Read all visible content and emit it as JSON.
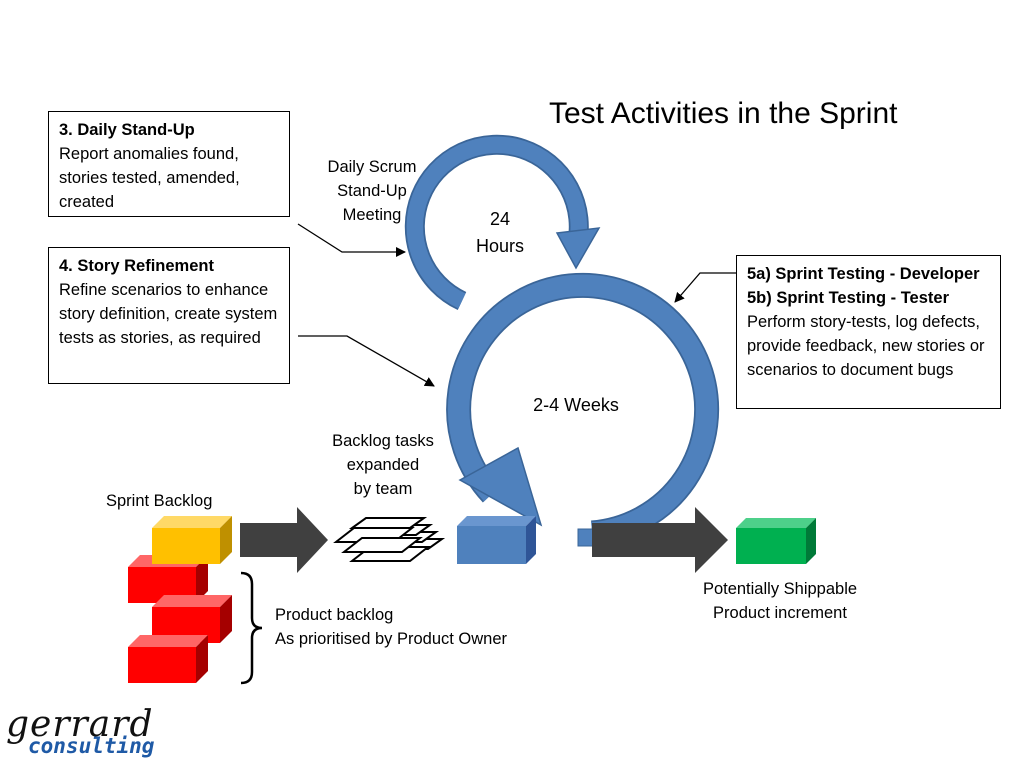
{
  "title": "Test Activities in the Sprint",
  "boxes": {
    "daily_standup": {
      "heading": "3. Daily Stand-Up",
      "body": "Report anomalies found, stories tested, amended, created"
    },
    "story_refinement": {
      "heading": "4. Story Refinement",
      "body": "Refine scenarios to enhance story definition, create system tests as stories, as required"
    },
    "sprint_testing": {
      "heading_a": "5a) Sprint Testing - Developer",
      "heading_b": "5b) Sprint Testing - Tester",
      "body": "Perform story-tests, log defects, provide feedback, new stories or scenarios to document bugs"
    }
  },
  "labels": {
    "daily_scrum_1": "Daily Scrum",
    "daily_scrum_2": "Stand-Up",
    "daily_scrum_3": "Meeting",
    "cycle_24_1": "24",
    "cycle_24_2": "Hours",
    "cycle_weeks": "2-4 Weeks",
    "backlog_tasks_1": "Backlog tasks",
    "backlog_tasks_2": "expanded",
    "backlog_tasks_3": "by team",
    "sprint_backlog": "Sprint Backlog",
    "product_backlog_1": "Product backlog",
    "product_backlog_2": "As prioritised by Product Owner",
    "shippable_1": "Potentially Shippable",
    "shippable_2": "Product increment"
  },
  "logo": {
    "line1": "gerrard",
    "line2": "consulting"
  },
  "colors": {
    "cycle_blue": "#4f81bd",
    "cycle_outline": "#3a6598",
    "product_backlog_red": "#ff0000",
    "sprint_backlog_yellow": "#ffc000",
    "increment_green": "#00b050",
    "flow_arrow": "#404040",
    "logo_blue": "#1f5aa6"
  }
}
